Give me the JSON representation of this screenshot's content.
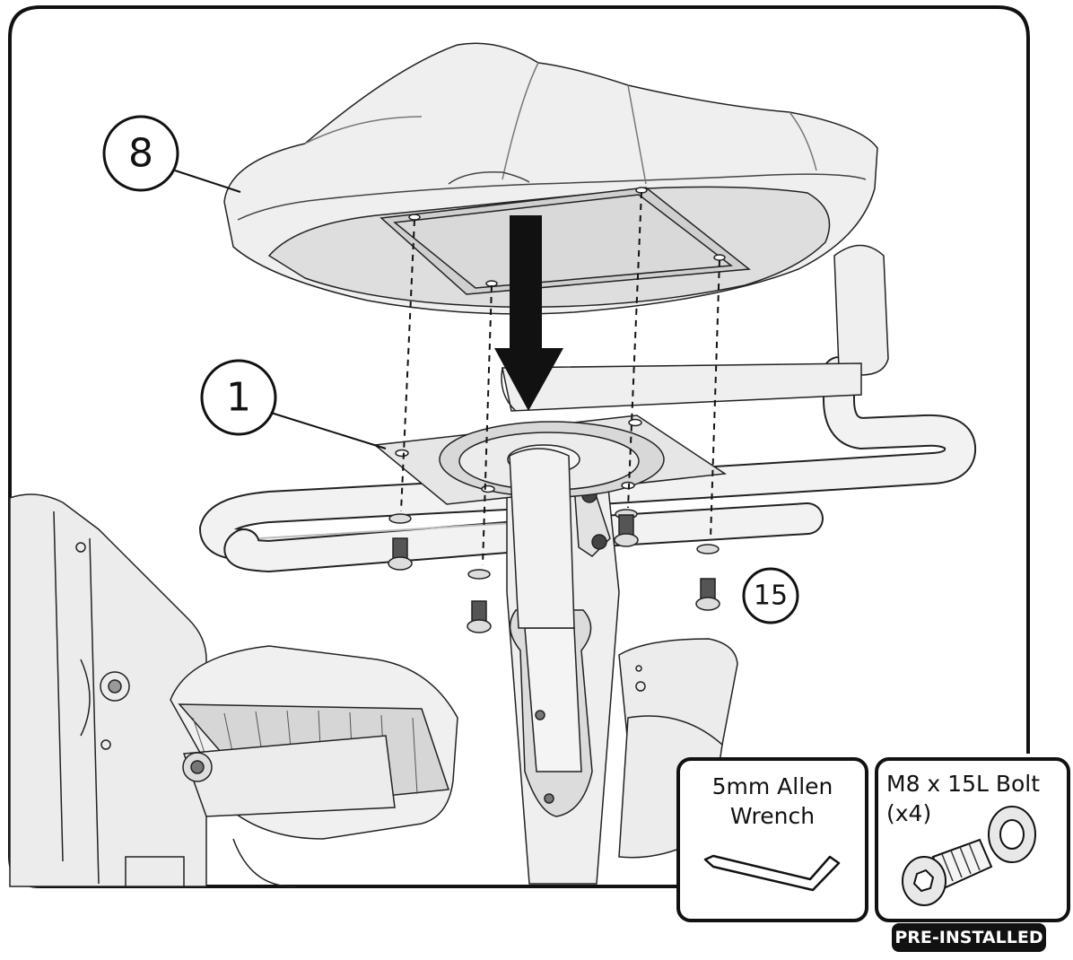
{
  "callouts": {
    "seat": "8",
    "seat_post_bracket": "1",
    "bolts": "15"
  },
  "tools": {
    "wrench": {
      "line1": "5mm Allen",
      "line2": "Wrench"
    },
    "bolt": {
      "line1": "M8 x 15L Bolt",
      "line2": "(x4)",
      "badge": "PRE-INSTALLED"
    }
  },
  "colors": {
    "line": "#111111",
    "part_fill": "#eeeeee",
    "shadow": "#cfcfcf"
  }
}
